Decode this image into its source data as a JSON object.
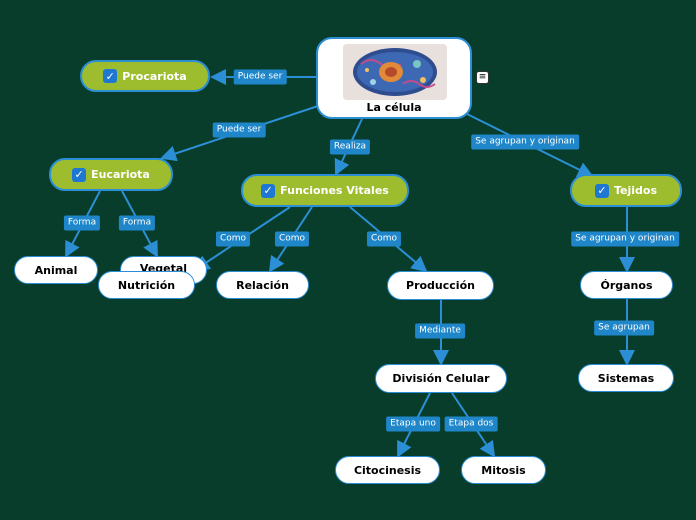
{
  "root": {
    "title": "La célula",
    "image": "cell-illustration"
  },
  "nodes": {
    "procariota": "Procariota",
    "eucariota": "Eucariota",
    "funciones": "Funciones Vitales",
    "tejidos": "Tejidos",
    "animal": "Animal",
    "vegetal": "Vegetal",
    "nutricion": "Nutrición",
    "relacion": "Relación",
    "produccion": "Producción",
    "division": "División Celular",
    "citocinesis": "Citocinesis",
    "mitosis": "Mitosis",
    "organos": "Órganos",
    "sistemas": "Sistemas"
  },
  "links": {
    "puede_ser_1": "Puede ser",
    "puede_ser_2": "Puede ser",
    "realiza": "Realiza",
    "se_agrupan_1": "Se agrupan y originan",
    "forma_1": "Forma",
    "forma_2": "Forma",
    "como_1": "Como",
    "como_2": "Como",
    "como_3": "Como",
    "se_agrupan_2": "Se agrupan y originan",
    "se_agrupan_3": "Se agrupan",
    "mediante": "Mediante",
    "etapa_uno": "Etapa uno",
    "etapa_dos": "Etapa dos"
  },
  "colors": {
    "background": "#073d2a",
    "line": "#2c8fd6",
    "green": "#9dbd2e",
    "label": "#1f86c9"
  }
}
